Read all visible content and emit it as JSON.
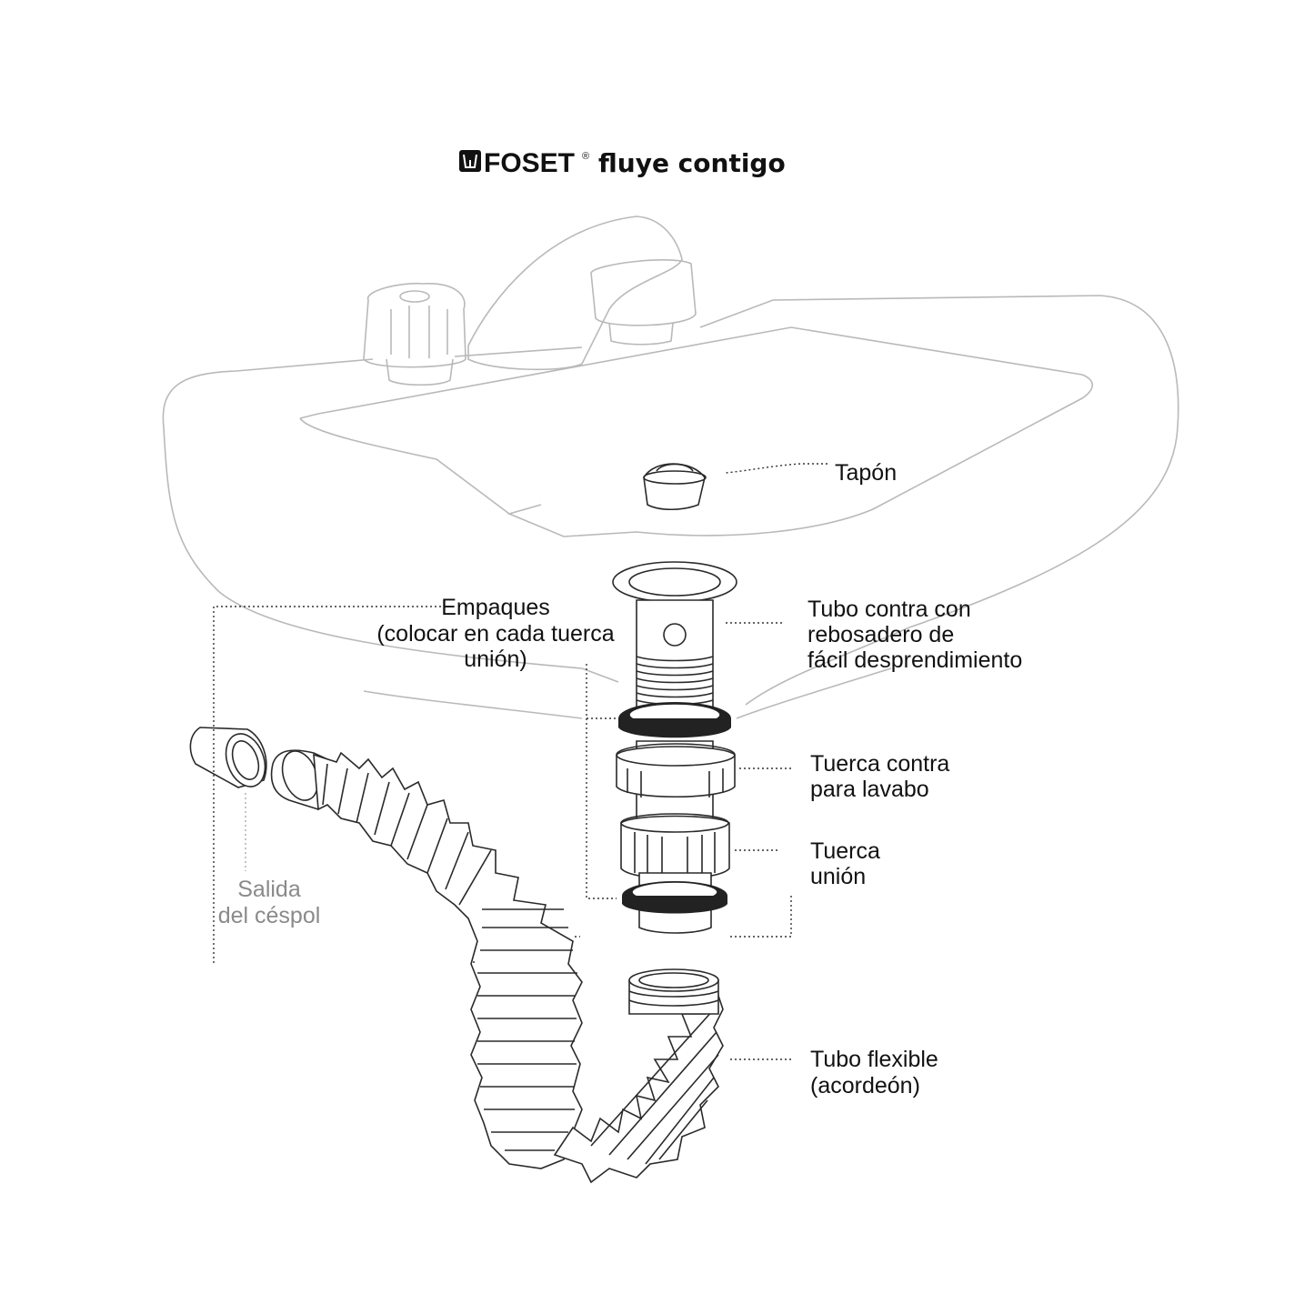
{
  "brand": {
    "logo_text": "FOSET",
    "registered_mark": "®",
    "tagline": "fluye contigo"
  },
  "labels": {
    "tapon": [
      "Tapón"
    ],
    "empaques": [
      "Empaques",
      "(colocar en cada tuerca",
      "unión)"
    ],
    "tubo_contra": [
      "Tubo contra con",
      "rebosadero de",
      "fácil desprendimiento"
    ],
    "tuerca_contra": [
      "Tuerca contra",
      "para lavabo"
    ],
    "tuerca_union": [
      "Tuerca",
      "unión"
    ],
    "salida": [
      "Salida",
      "del céspol"
    ],
    "tubo_flexible": [
      "Tubo flexible",
      "(acordeón)"
    ]
  },
  "colors": {
    "ink": "#111111",
    "faint_outline": "#b9b9b9",
    "muted_label": "#8a8a8a"
  }
}
